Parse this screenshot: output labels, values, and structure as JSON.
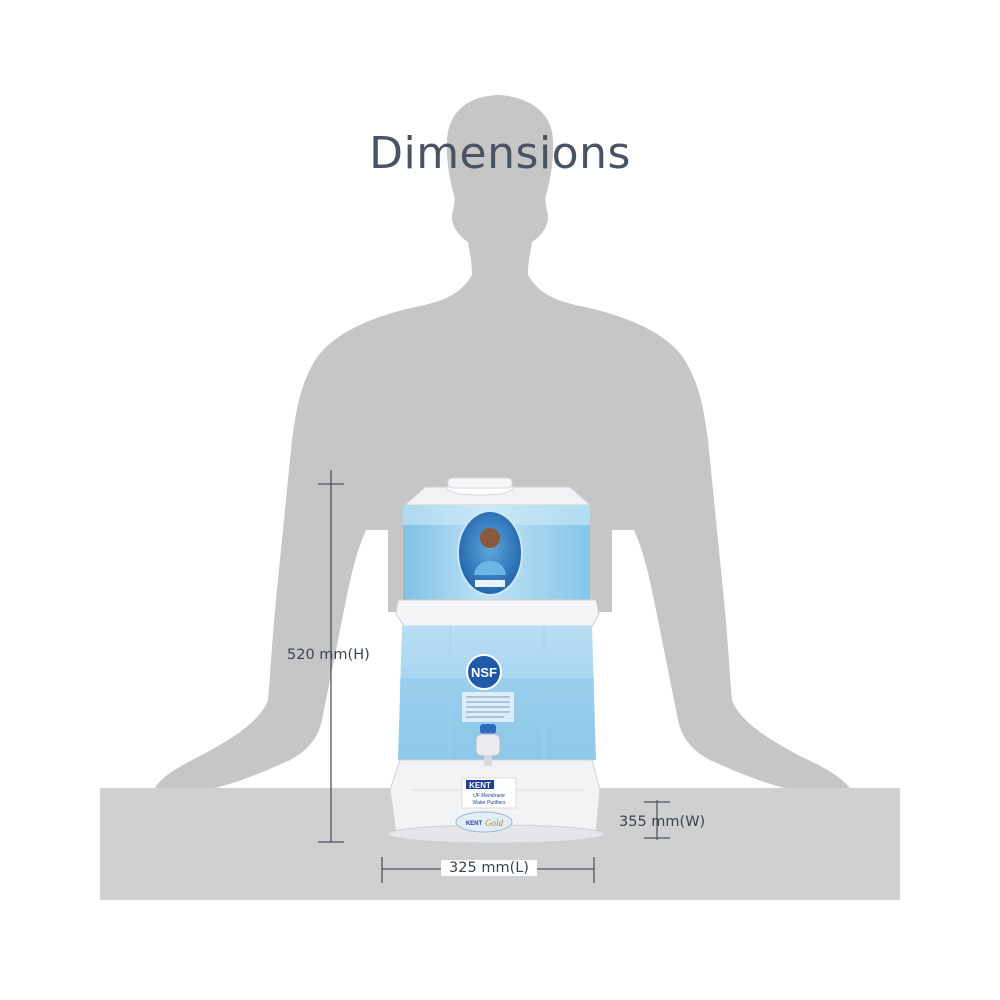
{
  "title": "Dimensions",
  "dimensions": {
    "height_label": "520 mm(H)",
    "width_label": "355 mm(W)",
    "length_label": "325 mm(L)"
  },
  "product": {
    "badge": "NSF",
    "brand": "KENT",
    "brand_line1": "UF Membrane",
    "brand_line2": "Water Purifiers",
    "gold_logo_brand": "KENT",
    "gold_logo_word": "Gold"
  },
  "colors": {
    "silhouette": "#c6c6c6",
    "table": "#d0d0d0",
    "dimension_lines": "#4d5663",
    "tank_blue": "#9fd0ec",
    "tank_white": "#f3f4f6",
    "brand_blue": "#1f3f9a"
  }
}
